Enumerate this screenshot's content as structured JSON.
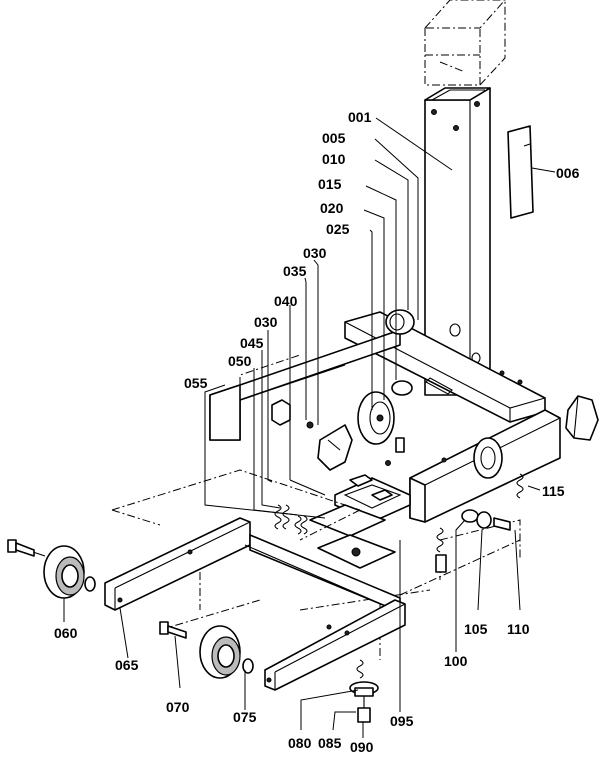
{
  "parts": [
    {
      "id": "p001",
      "text": "001"
    },
    {
      "id": "p005",
      "text": "005"
    },
    {
      "id": "p006",
      "text": "006"
    },
    {
      "id": "p010",
      "text": "010"
    },
    {
      "id": "p015",
      "text": "015"
    },
    {
      "id": "p020",
      "text": "020"
    },
    {
      "id": "p025",
      "text": "025"
    },
    {
      "id": "p030a",
      "text": "030"
    },
    {
      "id": "p035",
      "text": "035"
    },
    {
      "id": "p040",
      "text": "040"
    },
    {
      "id": "p030b",
      "text": "030"
    },
    {
      "id": "p045",
      "text": "045"
    },
    {
      "id": "p050",
      "text": "050"
    },
    {
      "id": "p055",
      "text": "055"
    },
    {
      "id": "p060",
      "text": "060"
    },
    {
      "id": "p065",
      "text": "065"
    },
    {
      "id": "p070",
      "text": "070"
    },
    {
      "id": "p075",
      "text": "075"
    },
    {
      "id": "p080",
      "text": "080"
    },
    {
      "id": "p085",
      "text": "085"
    },
    {
      "id": "p090",
      "text": "090"
    },
    {
      "id": "p095",
      "text": "095"
    },
    {
      "id": "p100",
      "text": "100"
    },
    {
      "id": "p105",
      "text": "105"
    },
    {
      "id": "p110",
      "text": "110"
    },
    {
      "id": "p115",
      "text": "115"
    }
  ]
}
